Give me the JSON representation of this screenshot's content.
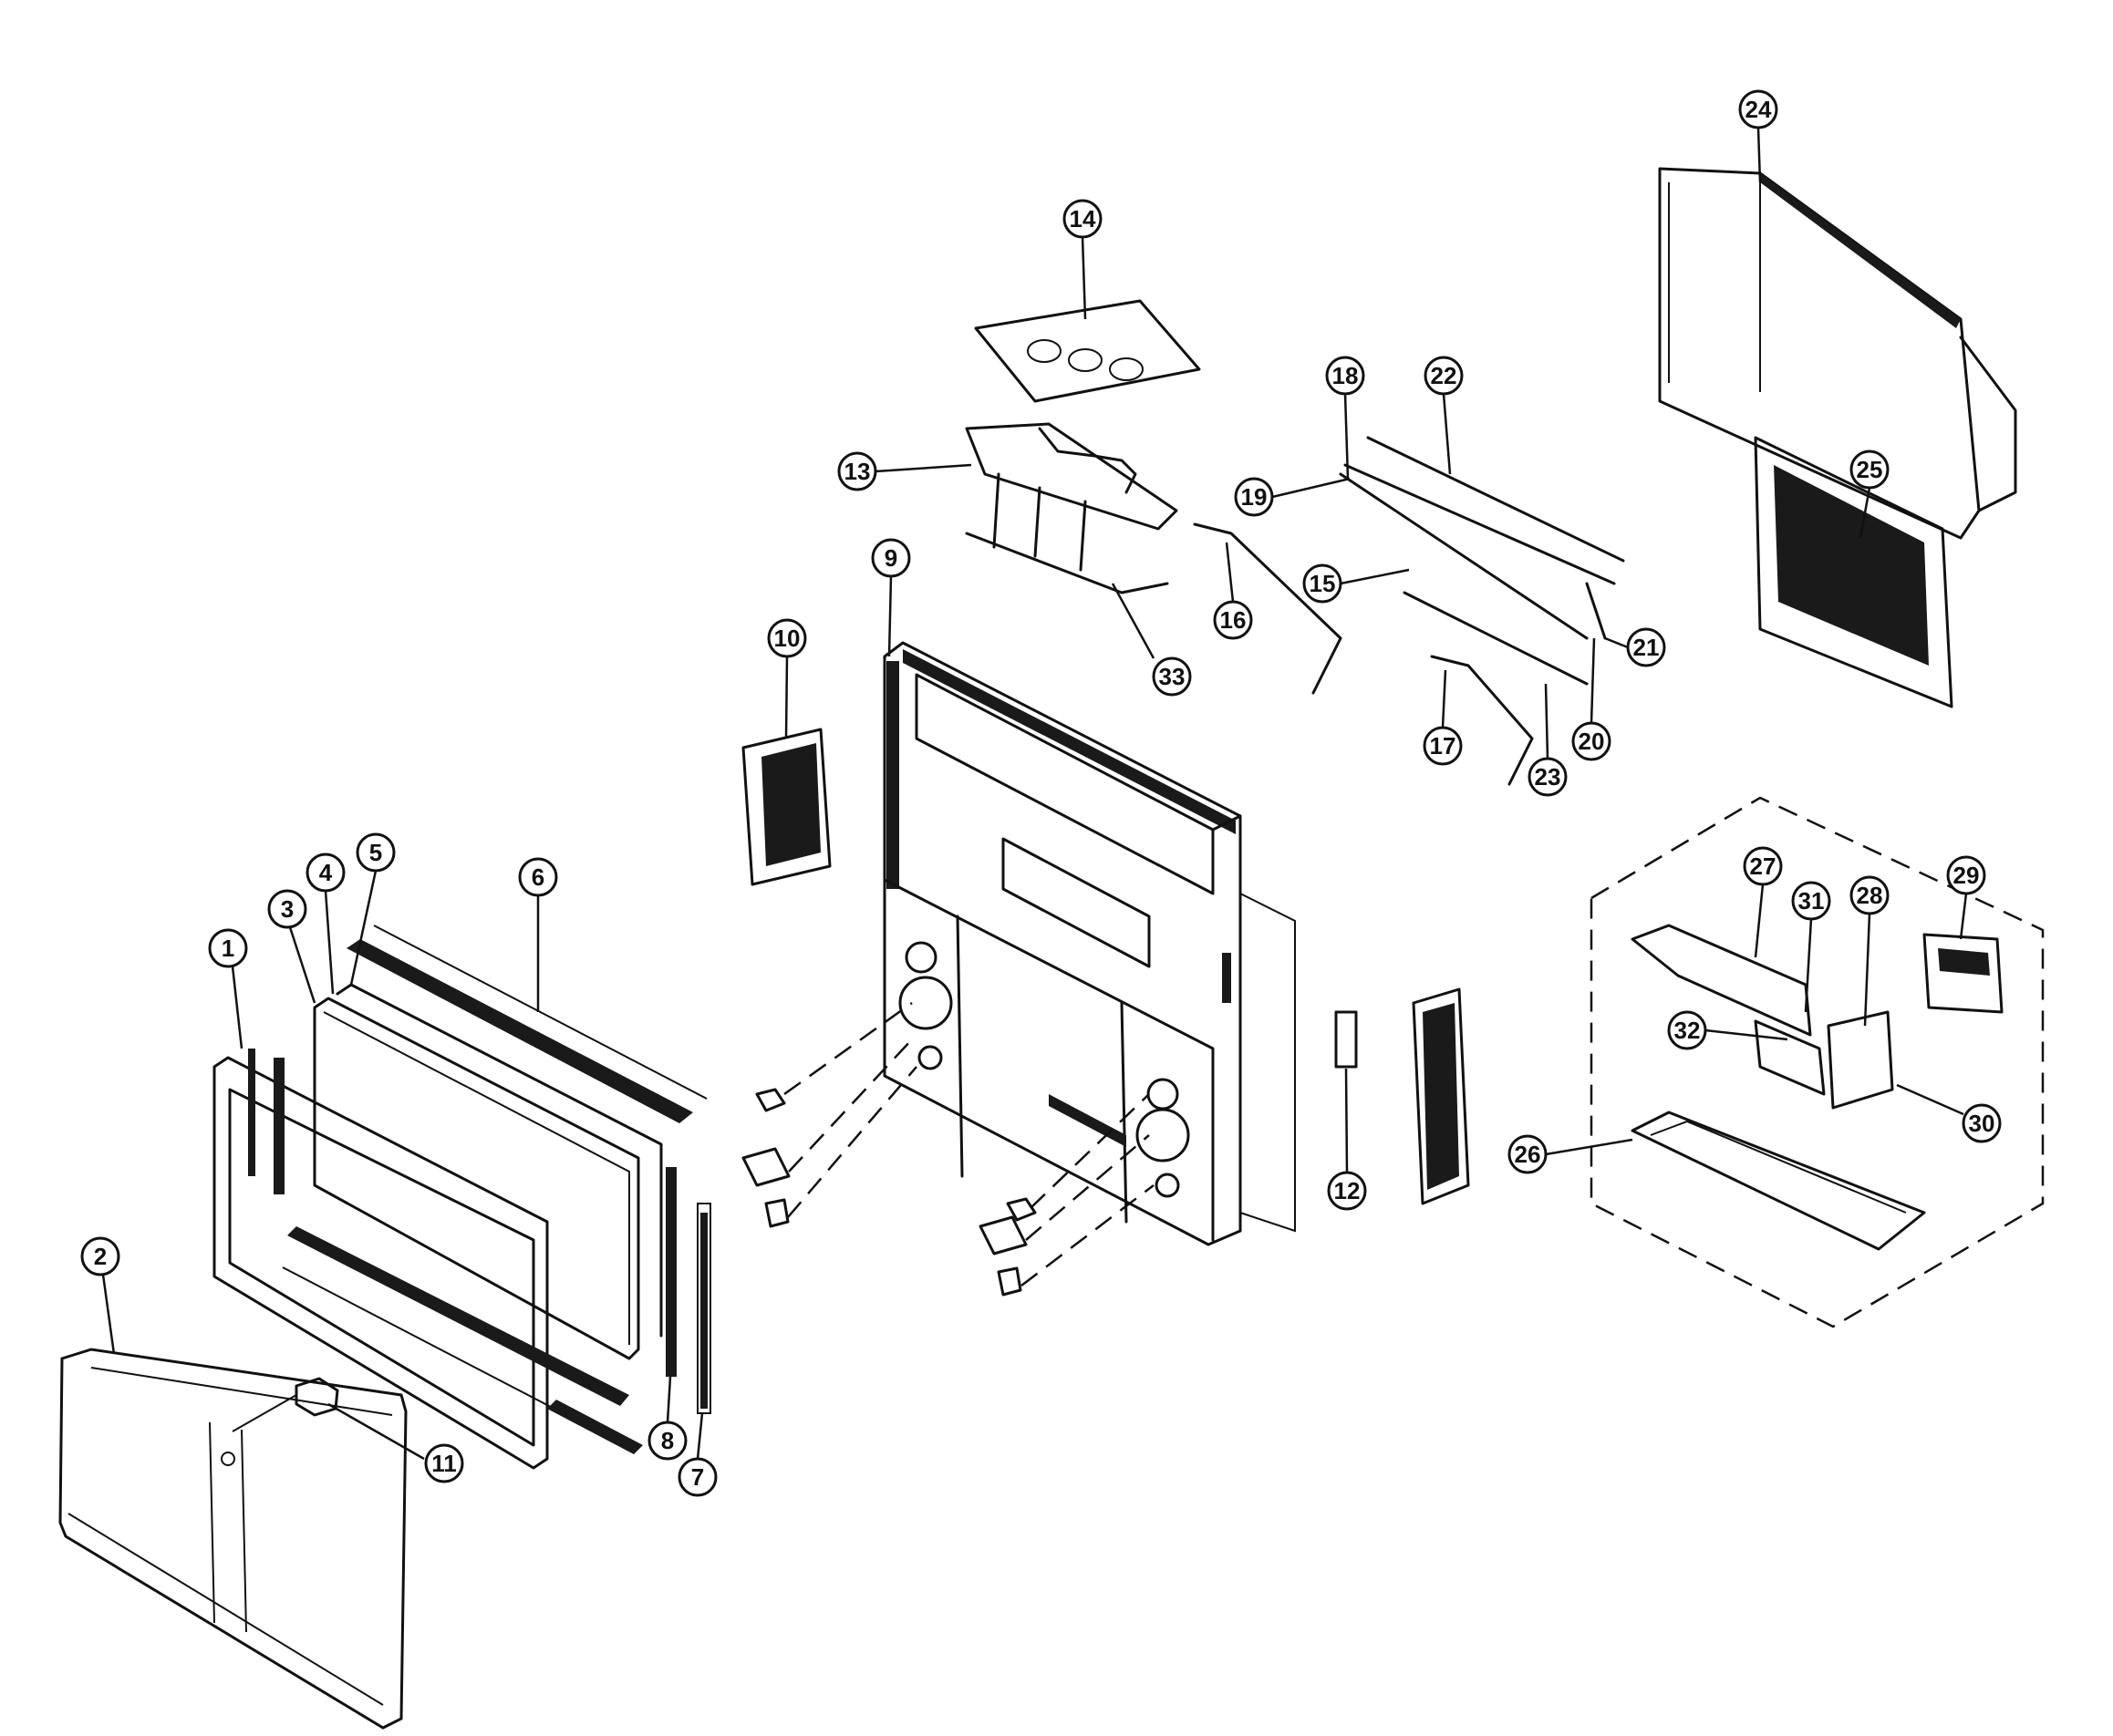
{
  "callouts": [
    {
      "label": "1"
    },
    {
      "label": "2"
    },
    {
      "label": "3"
    },
    {
      "label": "4"
    },
    {
      "label": "5"
    },
    {
      "label": "6"
    },
    {
      "label": "7"
    },
    {
      "label": "8"
    },
    {
      "label": "9"
    },
    {
      "label": "10"
    },
    {
      "label": "11"
    },
    {
      "label": "12"
    },
    {
      "label": "13"
    },
    {
      "label": "14"
    },
    {
      "label": "15"
    },
    {
      "label": "16"
    },
    {
      "label": "17"
    },
    {
      "label": "18"
    },
    {
      "label": "19"
    },
    {
      "label": "20"
    },
    {
      "label": "21"
    },
    {
      "label": "22"
    },
    {
      "label": "23"
    },
    {
      "label": "24"
    },
    {
      "label": "25"
    },
    {
      "label": "26"
    },
    {
      "label": "27"
    },
    {
      "label": "28"
    },
    {
      "label": "29"
    },
    {
      "label": "30"
    },
    {
      "label": "31"
    },
    {
      "label": "32"
    },
    {
      "label": "33"
    }
  ],
  "colors": {
    "line": "#111111",
    "background": "#ffffff"
  }
}
